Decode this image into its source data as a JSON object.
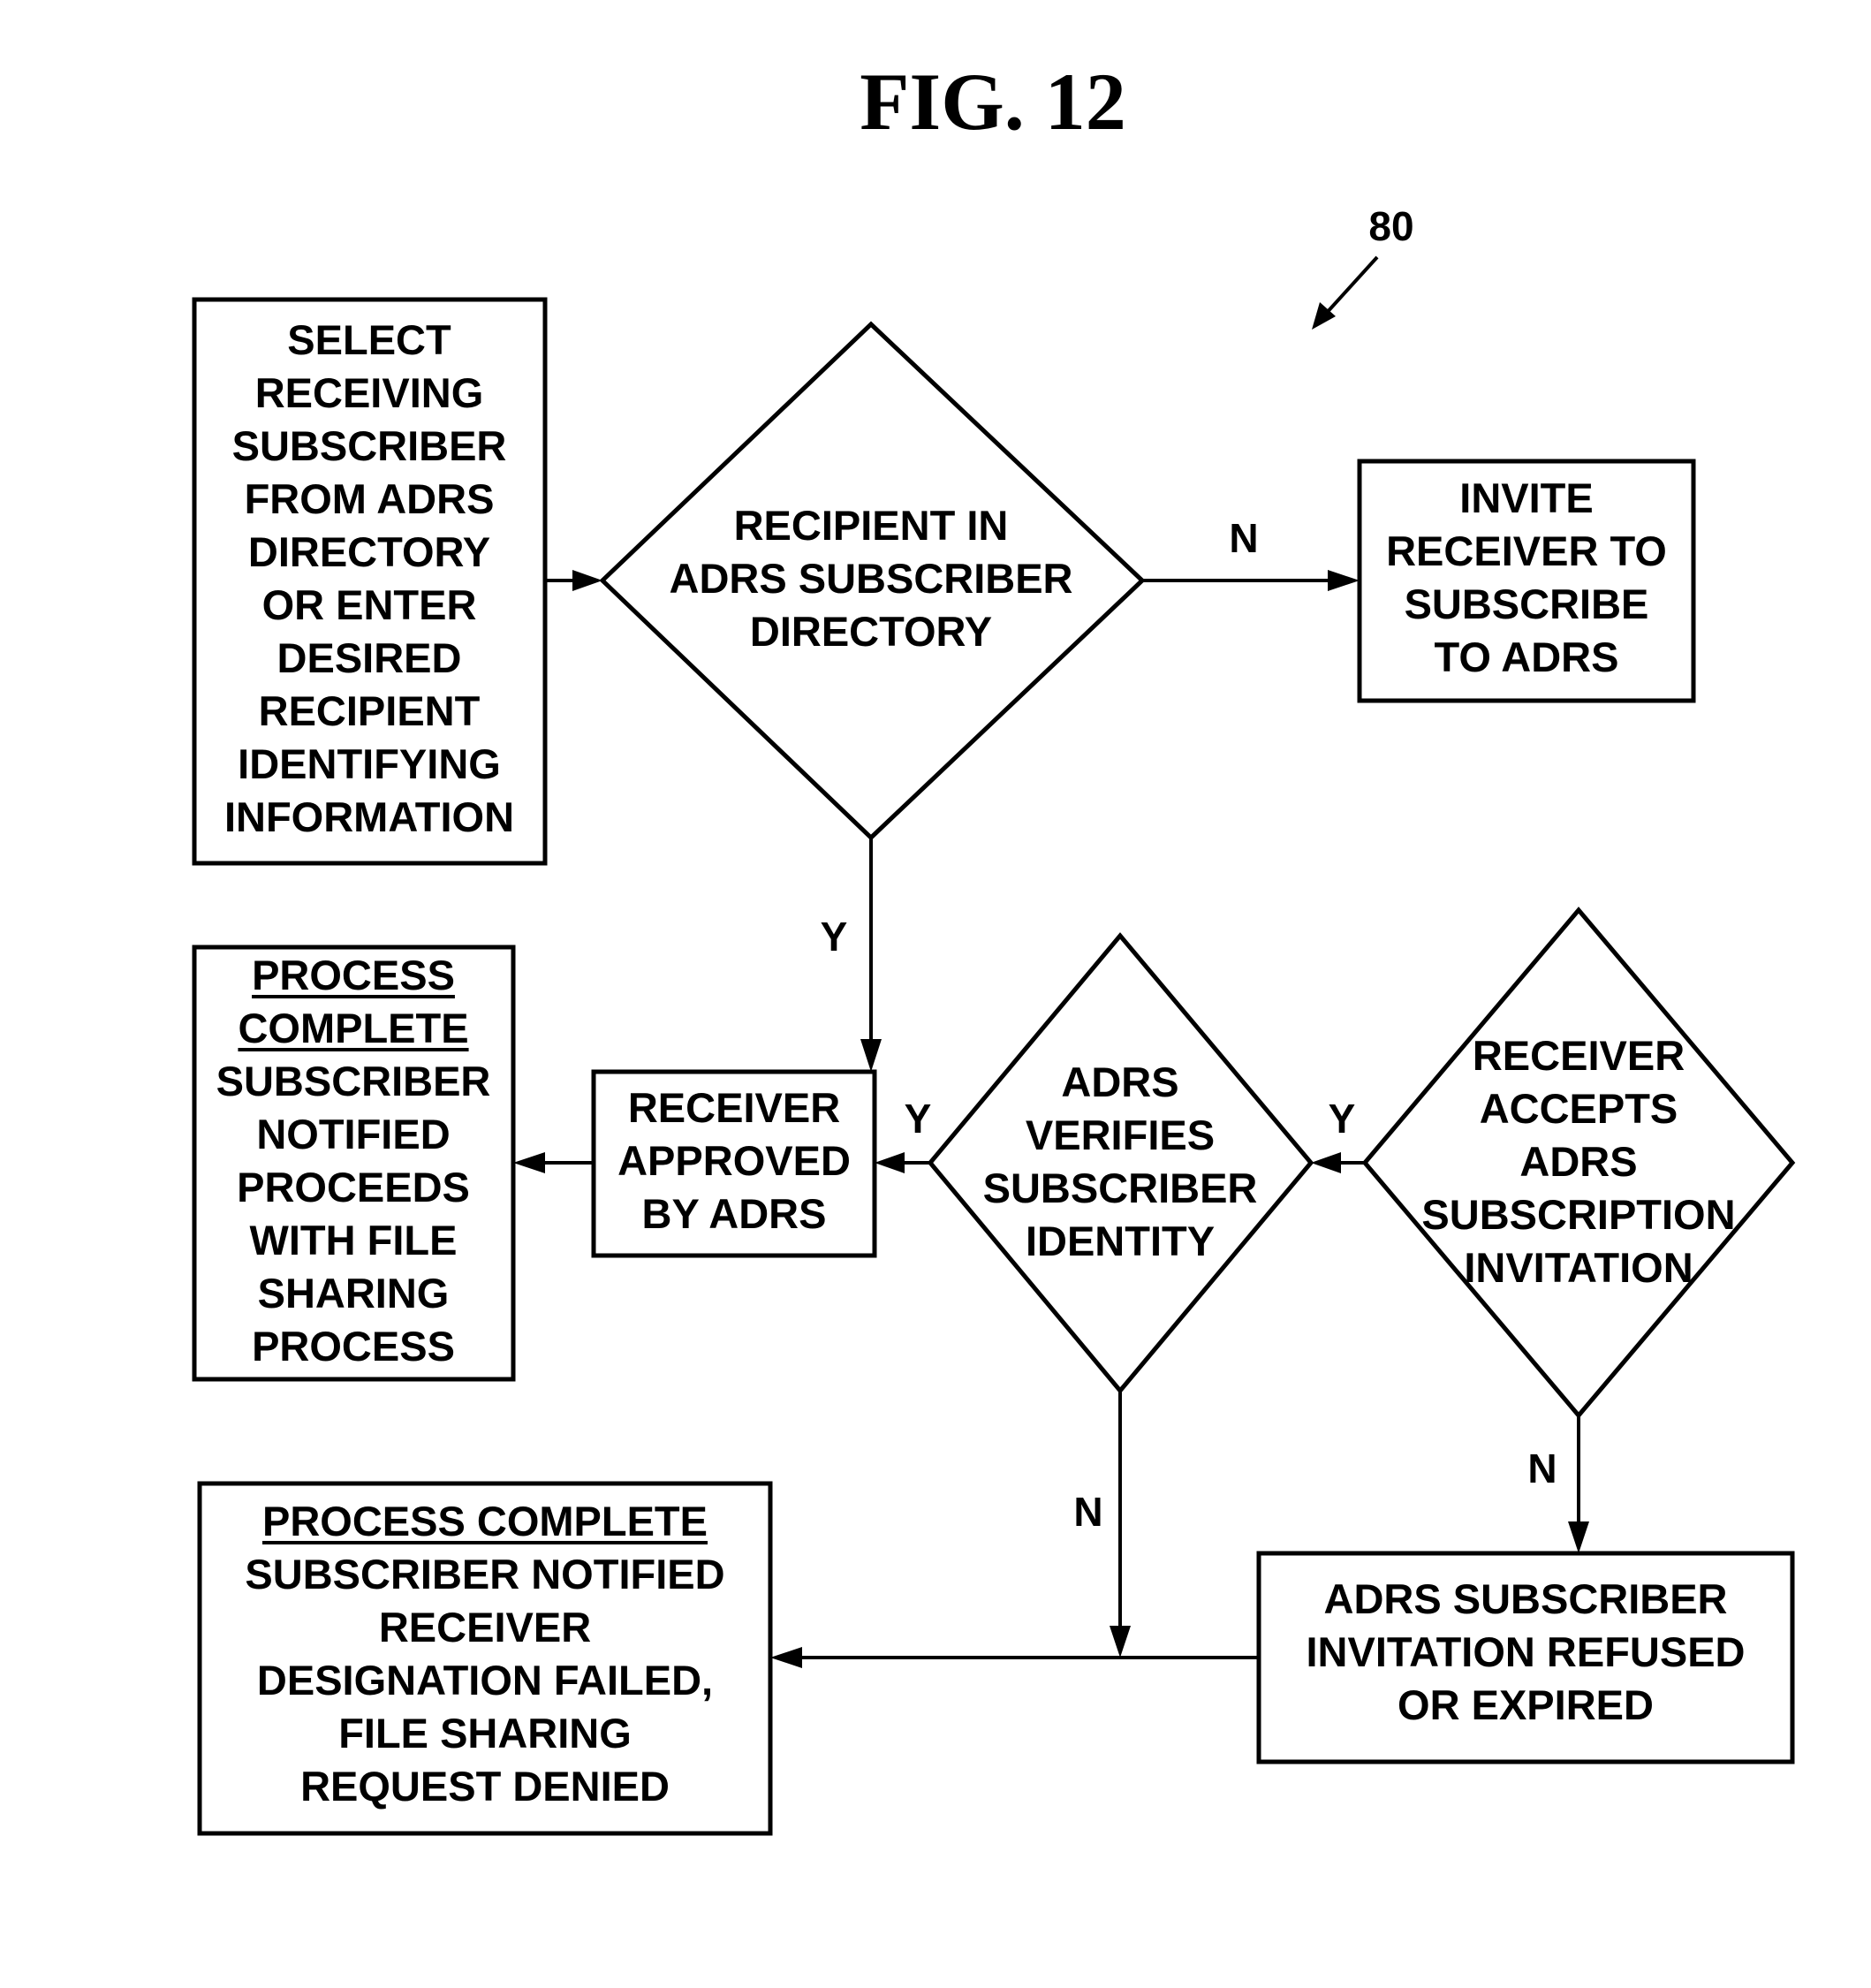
{
  "figure": {
    "title": "FIG. 12",
    "reference_numeral": "80"
  },
  "nodes": {
    "select_receiver": {
      "type": "process",
      "lines": [
        "SELECT",
        "RECEIVING",
        "SUBSCRIBER",
        "FROM ADRS",
        "DIRECTORY",
        "OR ENTER",
        "DESIRED",
        "RECIPIENT",
        "IDENTIFYING",
        "INFORMATION"
      ],
      "underlined_lines": 0
    },
    "recipient_in_directory": {
      "type": "decision",
      "lines": [
        "RECIPIENT IN",
        "ADRS SUBSCRIBER",
        "DIRECTORY"
      ],
      "underlined_lines": 0
    },
    "invite_receiver": {
      "type": "process",
      "lines": [
        "INVITE",
        "RECEIVER TO",
        "SUBSCRIBE",
        "TO ADRS"
      ],
      "underlined_lines": 0
    },
    "process_complete_success": {
      "type": "terminal",
      "lines": [
        "PROCESS",
        "COMPLETE",
        "SUBSCRIBER",
        "NOTIFIED",
        "PROCEEDS",
        "WITH FILE",
        "SHARING",
        "PROCESS"
      ],
      "underlined_lines": 2
    },
    "receiver_approved": {
      "type": "process",
      "lines": [
        "RECEIVER",
        "APPROVED",
        "BY ADRS"
      ],
      "underlined_lines": 0
    },
    "adrs_verifies_identity": {
      "type": "decision",
      "lines": [
        "ADRS",
        "VERIFIES",
        "SUBSCRIBER",
        "IDENTITY"
      ],
      "underlined_lines": 0
    },
    "receiver_accepts_invitation": {
      "type": "decision",
      "lines": [
        "RECEIVER",
        "ACCEPTS",
        "ADRS",
        "SUBSCRIPTION",
        "INVITATION"
      ],
      "underlined_lines": 0
    },
    "process_complete_denied": {
      "type": "terminal",
      "lines": [
        "PROCESS COMPLETE",
        "SUBSCRIBER NOTIFIED",
        "RECEIVER",
        "DESIGNATION FAILED,",
        "FILE SHARING",
        "REQUEST DENIED"
      ],
      "underlined_lines": 1
    },
    "invitation_refused": {
      "type": "process",
      "lines": [
        "ADRS SUBSCRIBER",
        "INVITATION REFUSED",
        "OR EXPIRED"
      ],
      "underlined_lines": 0
    }
  },
  "edges": [
    {
      "from": "select_receiver",
      "to": "recipient_in_directory",
      "label": ""
    },
    {
      "from": "recipient_in_directory",
      "to": "invite_receiver",
      "label": "N"
    },
    {
      "from": "recipient_in_directory",
      "to": "receiver_approved",
      "label": "Y"
    },
    {
      "from": "receiver_approved",
      "to": "process_complete_success",
      "label": ""
    },
    {
      "from": "adrs_verifies_identity",
      "to": "receiver_approved",
      "label": "Y"
    },
    {
      "from": "receiver_accepts_invitation",
      "to": "adrs_verifies_identity",
      "label": "Y"
    },
    {
      "from": "adrs_verifies_identity",
      "to": "process_complete_denied",
      "label": "N"
    },
    {
      "from": "receiver_accepts_invitation",
      "to": "invitation_refused",
      "label": "N"
    },
    {
      "from": "invitation_refused",
      "to": "process_complete_denied",
      "label": ""
    }
  ]
}
